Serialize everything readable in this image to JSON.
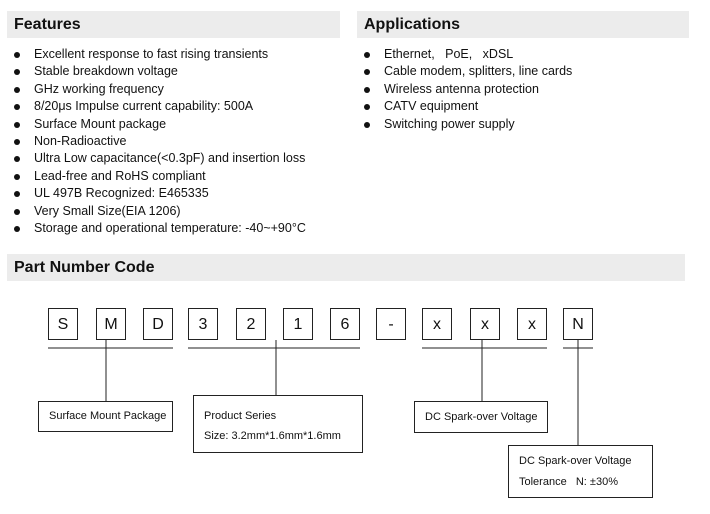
{
  "features": {
    "title": "Features",
    "items": [
      "Excellent response to fast rising transients",
      "Stable breakdown voltage",
      "GHz working frequency",
      "8/20μs Impulse current capability: 500A",
      "Surface Mount package",
      "Non-Radioactive",
      "Ultra Low capacitance(<0.3pF) and insertion loss",
      "Lead-free and RoHS compliant",
      "UL 497B Recognized: E465335",
      "Very Small Size(EIA 1206)",
      "Storage and operational temperature: -40~+90°C"
    ]
  },
  "applications": {
    "title": "Applications",
    "items": [
      "Ethernet,   PoE,   xDSL",
      "Cable modem, splitters, line cards",
      "Wireless antenna protection",
      "CATV equipment",
      "Switching power supply"
    ]
  },
  "part_number": {
    "title": "Part Number Code",
    "chars": [
      "S",
      "M",
      "D",
      "3",
      "2",
      "1",
      "6",
      "-",
      "x",
      "x",
      "x",
      "N"
    ],
    "labels": {
      "mount": [
        "Surface Mount Package"
      ],
      "series": [
        "Product Series",
        "Size: 3.2mm*1.6mm*1.6mm"
      ],
      "voltage": [
        "DC Spark-over Voltage"
      ],
      "tolerance": [
        "DC Spark-over Voltage",
        "Tolerance   N: ±30%"
      ]
    }
  }
}
